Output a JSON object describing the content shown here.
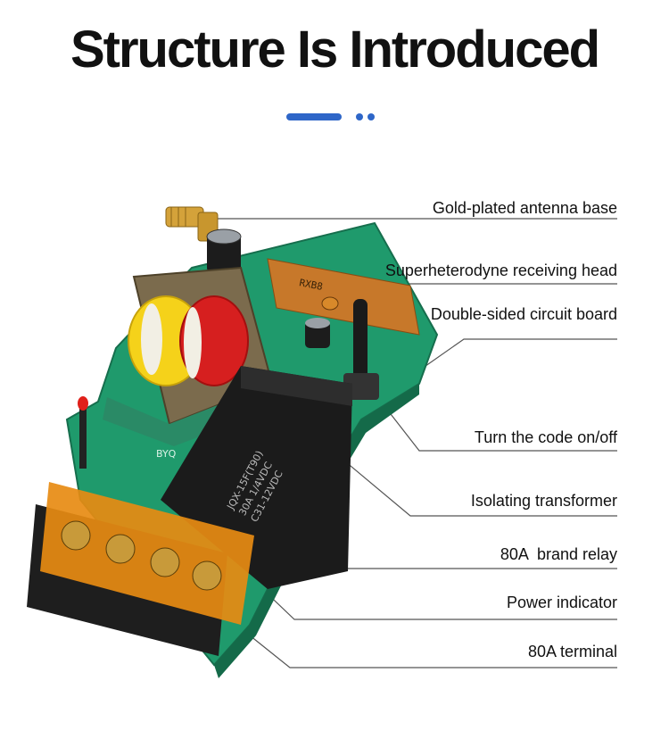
{
  "title": "Structure Is Introduced",
  "labels": [
    "Gold-plated antenna base",
    "Superheterodyne receiving head",
    "Double-sided circuit board",
    "Turn the code on/off",
    "Isolating transformer",
    "80A  brand relay",
    "Power indicator",
    "80A terminal"
  ],
  "relay_text": [
    "JQX-15F(T90)",
    "30A 1/4VDC",
    "C31-12VDC",
    "(T90)"
  ],
  "receiver_text": "RXB8",
  "board_text": "BYQ",
  "colors": {
    "accent": "#2e66c8",
    "board": "#1f9a6c",
    "relay": "#1b1b1b",
    "terminal": "#e78b12",
    "coil_yellow": "#f5d21a",
    "coil_red": "#d61f1f"
  }
}
